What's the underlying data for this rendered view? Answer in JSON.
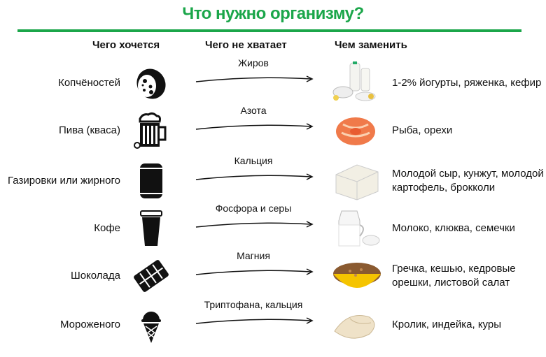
{
  "title": "Что нужно организму?",
  "headers": {
    "want": "Чего хочется",
    "lack": "Чего не хватает",
    "replace": "Чем заменить"
  },
  "colors": {
    "accent": "#1ba64a"
  },
  "rows": [
    {
      "want": "Копчёностей",
      "icon": "sausage-icon",
      "lack": "Жиров",
      "food": "dairy",
      "replace": "1-2% йогурты, ряженка, кефир"
    },
    {
      "want": "Пива (кваса)",
      "icon": "beer-mug-icon",
      "lack": "Азота",
      "food": "salmon",
      "replace": "Рыба, орехи"
    },
    {
      "want": "Газировки или жирного",
      "icon": "soda-can-icon",
      "lack": "Кальция",
      "food": "cheese",
      "replace": "Молодой сыр, кунжут, молодой картофель, брокколи"
    },
    {
      "want": "Кофе",
      "icon": "coffee-cup-icon",
      "lack": "Фосфора и серы",
      "food": "milk",
      "replace": "Молоко, клюква, семечки"
    },
    {
      "want": "Шоколада",
      "icon": "chocolate-bar-icon",
      "lack": "Магния",
      "food": "buckwheat",
      "replace": "Гречка, кешью, кедровые орешки, листовой салат"
    },
    {
      "want": "Мороженого",
      "icon": "ice-cream-icon",
      "lack": "Триптофана, кальция",
      "food": "poultry",
      "replace": "Кролик, индейка, куры"
    }
  ]
}
